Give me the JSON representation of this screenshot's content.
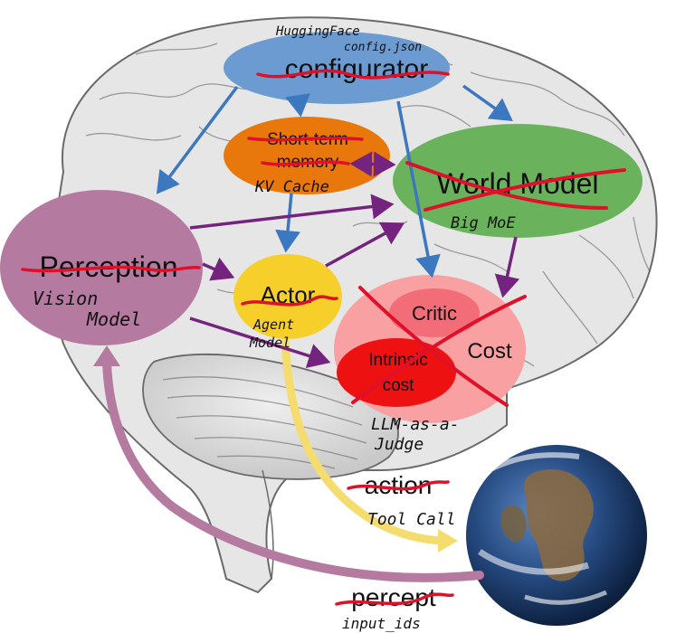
{
  "nodes": {
    "configurator": {
      "label": "configurator",
      "annotation_line1": "HuggingFace",
      "annotation_line2": "config.json",
      "color": "#6c9bd2"
    },
    "short_term_memory": {
      "label_line1": "Short-term",
      "label_line2": "memory",
      "annotation": "KV Cache",
      "color": "#e8770c"
    },
    "world_model": {
      "label": "World Model",
      "annotation": "Big MoE",
      "color": "#6ab25c"
    },
    "perception": {
      "label": "Perception",
      "annotation_line1": "Vision",
      "annotation_line2": "Model",
      "color": "#b57a9f"
    },
    "actor": {
      "label": "Actor",
      "annotation_line1": "Agent",
      "annotation_line2": "Model",
      "color": "#f6cf2b"
    },
    "cost": {
      "label": "Cost",
      "color": "#f8a0a2"
    },
    "critic": {
      "label": "Critic",
      "color": "#f36d78"
    },
    "intrinsic_cost": {
      "label_line1": "Intrinsic",
      "label_line2": "cost",
      "color": "#ee1111"
    },
    "judge": {
      "annotation_line1": "LLM-as-a-",
      "annotation_line2": "Judge"
    }
  },
  "edges": {
    "action": {
      "label": "action",
      "annotation": "Tool Call",
      "color": "#f5dc6e"
    },
    "percept": {
      "label": "percept",
      "annotation": "input_ids",
      "color": "#b57a9f"
    }
  },
  "colors": {
    "strike": "#e0102a",
    "arrow_blue": "#3c78c0",
    "arrow_purple": "#74237e"
  },
  "icons": {
    "brain": "brain-illustration",
    "earth": "earth-globe"
  }
}
